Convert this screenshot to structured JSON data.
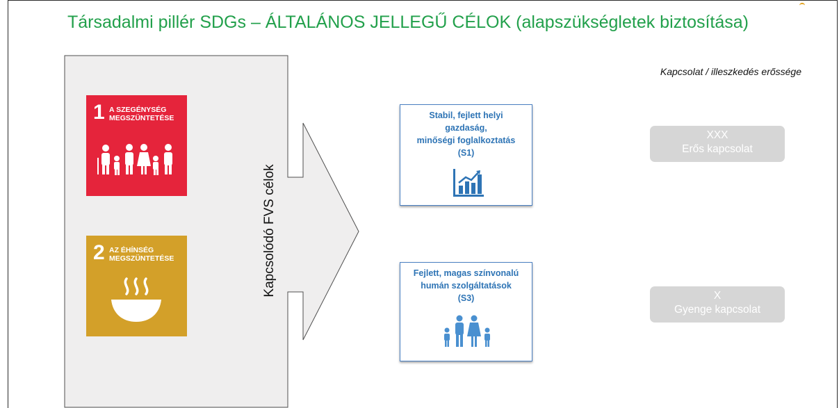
{
  "title": "Társadalmi pillér SDGs – ÁLTALÁNOS JELLEGŰ CÉLOK (alapszükségletek biztosítása)",
  "arrow": {
    "label": "Kapcsolódó FVS célok"
  },
  "sdg_tiles": [
    {
      "number": "1",
      "text": "A SZEGÉNYSÉG MEGSZÜNTETÉSE",
      "icon": "family-icon",
      "color": "#e5243b"
    },
    {
      "number": "2",
      "text": "AZ ÉHÍNSÉG MEGSZÜNTETÉSE",
      "icon": "bowl-icon",
      "color": "#d3a029"
    }
  ],
  "goals": [
    {
      "lines": [
        "Stabil, fejlett helyi",
        "gazdaság,",
        "minőségi foglalkoztatás",
        "(S1)"
      ],
      "icon": "bar-chart-icon"
    },
    {
      "lines": [
        "Fejlett, magas színvonalú",
        "humán szolgáltatások",
        "(S3)"
      ],
      "icon": "family-icon"
    }
  ],
  "legend": {
    "caption": "Kapcsolat / illeszkedés erőssége",
    "strong": {
      "mark": "XXX",
      "label": "Erős kapcsolat"
    },
    "weak": {
      "mark": "X",
      "label": "Gyenge kapcsolat"
    }
  },
  "colors": {
    "title": "#22a04b",
    "goal_text": "#2e74b5",
    "goal_border": "#4a7fc1",
    "arrow_fill": "#efeeee",
    "legend_fill": "#d6d6d6"
  }
}
